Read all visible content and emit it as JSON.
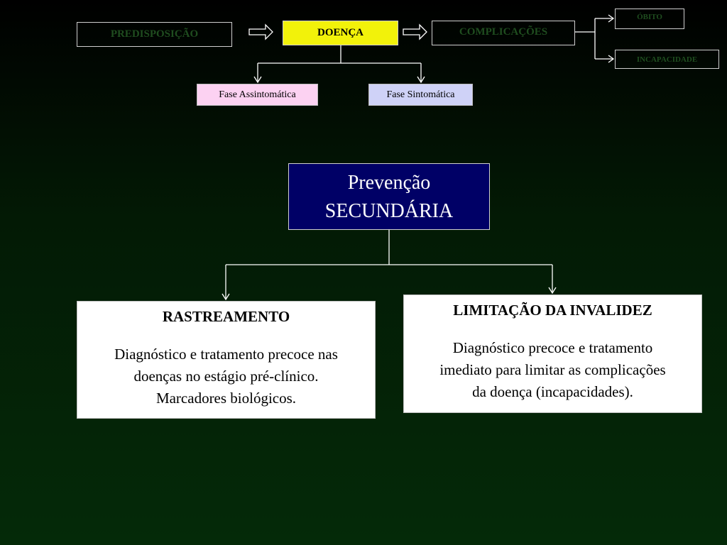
{
  "flow": {
    "predisposicao": "PREDISPOSIÇÃO",
    "doenca": "DOENÇA",
    "complicacoes": "COMPLICAÇÕES",
    "obito": "ÓBITO",
    "incapacidade": "INCAPACIDADE"
  },
  "phases": {
    "assintomatica": "Fase Assintomática",
    "sintomatica": "Fase Sintomática"
  },
  "prevencao": {
    "line1": "Prevenção",
    "line2": "SECUNDÁRIA"
  },
  "rastreamento": {
    "title": "RASTREAMENTO",
    "line1": "Diagnóstico e tratamento precoce nas",
    "line2": "doenças no estágio pré-clínico.",
    "line3": "Marcadores biológicos."
  },
  "limitacao": {
    "title": "LIMITAÇÃO DA INVALIDEZ",
    "line1": "Diagnóstico precoce e tratamento",
    "line2": "imediato para limitar as complicações",
    "line3": "da doença (incapacidades)."
  },
  "colors": {
    "background": "#042a08",
    "doenca_fill": "#f2f20a",
    "fase_assintomatica_fill": "#fcd2f2",
    "fase_sintomatica_fill": "#cfd2f7",
    "prevencao_fill": "#000066",
    "muted_text": "#1f4d1f"
  }
}
